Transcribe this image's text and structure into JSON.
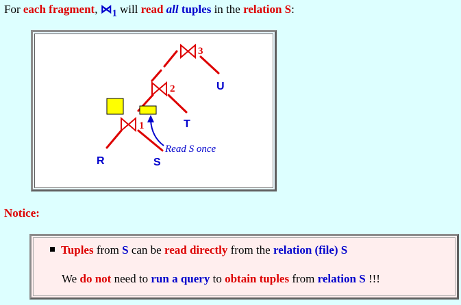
{
  "intro": {
    "w1": "For ",
    "w2": "each fragment",
    "w3": ", ",
    "bowtie": "⋈",
    "bowtie_sub": "1",
    "w4": " will ",
    "w5": "read",
    "w6": " ",
    "w7": "all",
    "w8": " ",
    "w9": "tuples",
    "w10": " in the ",
    "w11": "relation S",
    "w12": ":"
  },
  "diagram": {
    "join3_label": "3",
    "join2_label": "2",
    "join1_label": "1",
    "leaf_u": "U",
    "leaf_t": "T",
    "leaf_r": "R",
    "leaf_s": "S",
    "annotation": "Read S once",
    "colors": {
      "join": "#dd0000",
      "leaf": "#0000cc",
      "marker": "#ffff00"
    }
  },
  "notice": {
    "title": "Notice:",
    "line1": {
      "a": "Tuples",
      "b": " from ",
      "c": "S",
      "d": " can be ",
      "e": "read directly",
      "f": " from the ",
      "g": "relation (file) S"
    },
    "line2": {
      "a": "We ",
      "b": "do not",
      "c": " need to ",
      "d": "run a query",
      "e": " to ",
      "f": "obtain tuples",
      "g": " from ",
      "h": "relation S",
      "i": " !!!"
    }
  }
}
